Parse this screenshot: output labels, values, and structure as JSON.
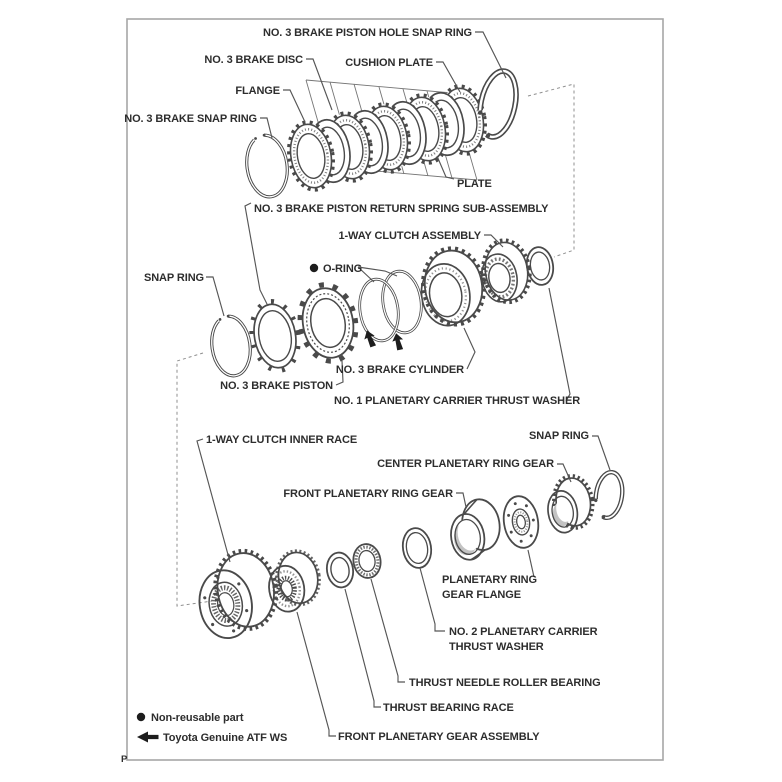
{
  "diagram": {
    "corner_mark": "P",
    "labels": {
      "piston_hole_snap_ring": "NO. 3 BRAKE PISTON HOLE SNAP RING",
      "brake_disc": "NO. 3 BRAKE DISC",
      "cushion_plate": "CUSHION PLATE",
      "flange": "FLANGE",
      "brake_snap_ring": "NO. 3 BRAKE SNAP RING",
      "plate": "PLATE",
      "return_spring": "NO. 3 BRAKE PISTON RETURN SPRING SUB-ASSEMBLY",
      "one_way_clutch": "1-WAY CLUTCH ASSEMBLY",
      "o_ring": "O-RING",
      "snap_ring_mid": "SNAP RING",
      "brake_piston": "NO. 3 BRAKE PISTON",
      "brake_cylinder": "NO. 3 BRAKE CYLINDER",
      "no1_thrust_washer": "NO. 1 PLANETARY CARRIER THRUST WASHER",
      "inner_race": "1-WAY CLUTCH INNER RACE",
      "snap_ring_bottom": "SNAP RING",
      "center_ring_gear": "CENTER PLANETARY RING GEAR",
      "front_ring_gear": "FRONT PLANETARY RING GEAR",
      "ring_gear_flange_1": "PLANETARY RING",
      "ring_gear_flange_2": "GEAR FLANGE",
      "no2_carrier_1": "NO. 2 PLANETARY CARRIER",
      "no2_carrier_2": "THRUST WASHER",
      "needle_bearing": "THRUST NEEDLE ROLLER BEARING",
      "bearing_race": "THRUST BEARING RACE",
      "front_gear_assembly": "FRONT PLANETARY GEAR ASSEMBLY"
    },
    "legend": {
      "non_reusable": "Non-reusable part",
      "atf": "Toyota Genuine ATF WS"
    },
    "colors": {
      "line": "#4a4a4a",
      "text": "#2d2d2d",
      "frame": "#a6a6a6",
      "marker": "#1d1d1d",
      "shade": "#c3c3c3"
    }
  }
}
